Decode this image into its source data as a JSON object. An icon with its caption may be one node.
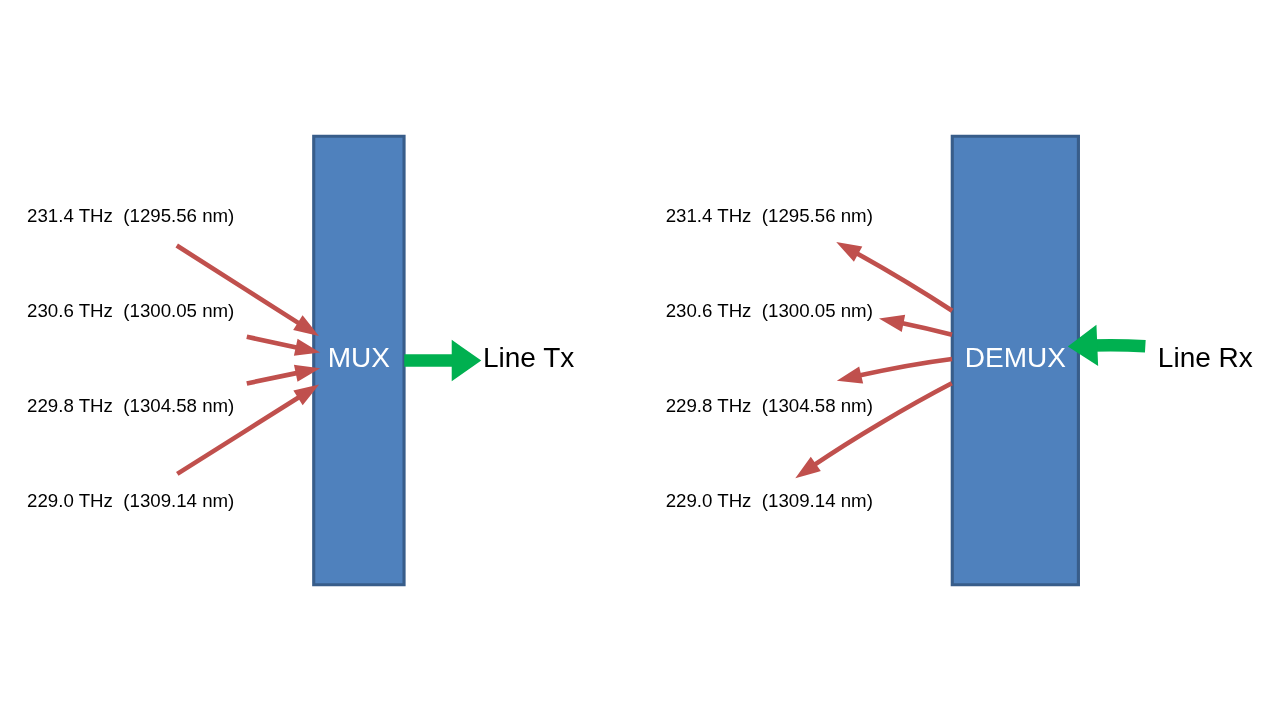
{
  "diagram": {
    "nodes": [
      {
        "text": [
          "MUX"
        ]
      },
      {
        "text": [
          "DEMUX"
        ]
      },
      {
        "text": [
          "231.4 THz  (1295.56 nm)"
        ]
      },
      {
        "text": [
          "230.6 THz  (1300.05 nm)"
        ]
      },
      {
        "text": [
          "229.8 THz  (1304.58 nm)"
        ]
      },
      {
        "text": [
          "229.0 THz  (1309.14 nm)"
        ]
      },
      {
        "text": [
          "Line Tx"
        ]
      },
      {
        "text": [
          "231.4 THz  (1295.56 nm)"
        ]
      },
      {
        "text": [
          "230.6 THz  (1300.05 nm)"
        ]
      },
      {
        "text": [
          "229.8 THz  (1304.58 nm)"
        ]
      },
      {
        "text": [
          "229.0 THz  (1309.14 nm)"
        ]
      },
      {
        "text": [
          "Line Rx"
        ]
      }
    ],
    "edges": [
      {
        "from": 2,
        "to": 0,
        "arrow": "to"
      },
      {
        "from": 3,
        "to": 0,
        "arrow": "to"
      },
      {
        "from": 4,
        "to": 0,
        "arrow": "to"
      },
      {
        "from": 5,
        "to": 0,
        "arrow": "to"
      },
      {
        "from": 0,
        "to": 6,
        "arrow": "to",
        "style": "thick",
        "color": "#00b050"
      },
      {
        "from": 1,
        "to": 7,
        "arrow": "to"
      },
      {
        "from": 1,
        "to": 8,
        "arrow": "to"
      },
      {
        "from": 1,
        "to": 9,
        "arrow": "to"
      },
      {
        "from": 1,
        "to": 10,
        "arrow": "to"
      },
      {
        "from": 11,
        "to": 1,
        "arrow": "to",
        "style": "thick",
        "color": "#00b050"
      }
    ]
  }
}
